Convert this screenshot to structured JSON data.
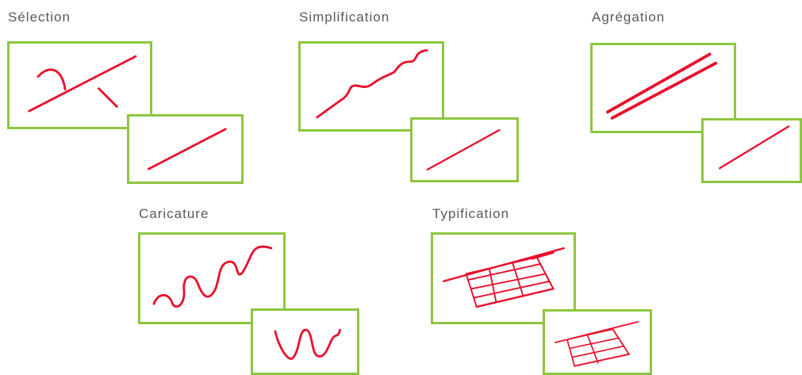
{
  "panels": [
    {
      "id": "selection",
      "title": "Sélection"
    },
    {
      "id": "simplification",
      "title": "Simplification"
    },
    {
      "id": "aggregation",
      "title": "Agrégation"
    },
    {
      "id": "caricature",
      "title": "Caricature"
    },
    {
      "id": "typification",
      "title": "Typification"
    }
  ],
  "colors": {
    "frame_border": "#8dc63f",
    "stroke": "#e8102d",
    "title_text": "#595959",
    "background": "#ffffff"
  }
}
